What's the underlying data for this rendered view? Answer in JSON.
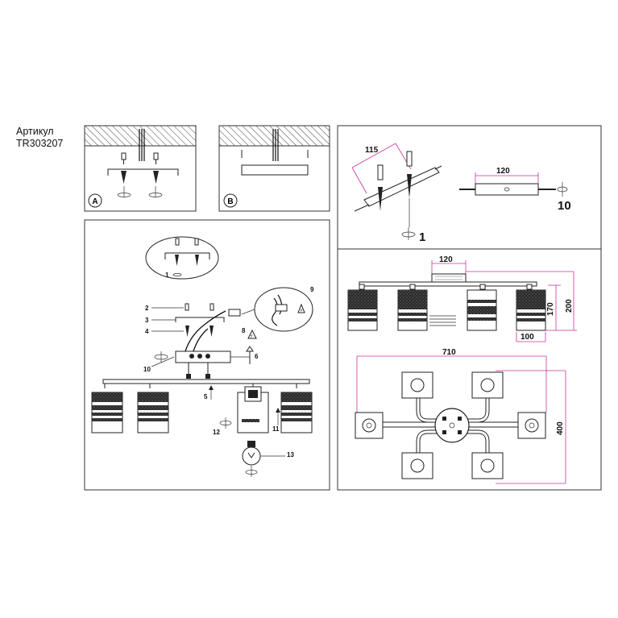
{
  "article": {
    "label": "Артикул",
    "code": "TR303207"
  },
  "panel_a": {
    "badge": "A"
  },
  "panel_b": {
    "badge": "B"
  },
  "assembly": {
    "callouts": [
      "1",
      "2",
      "3",
      "4",
      "5",
      "6",
      "8",
      "9",
      "10",
      "11",
      "12",
      "13"
    ]
  },
  "bracket": {
    "dim_width": "115",
    "dim_plate": "120",
    "label_screw": "1",
    "label_rotate": "10"
  },
  "dimensions": {
    "base": "120",
    "height_shade": "170",
    "height_total": "200",
    "shade_width": "100",
    "width": "710",
    "depth": "400"
  },
  "colors": {
    "line": "#222222",
    "dimension": "#cc3399",
    "hatch": "#444444"
  }
}
